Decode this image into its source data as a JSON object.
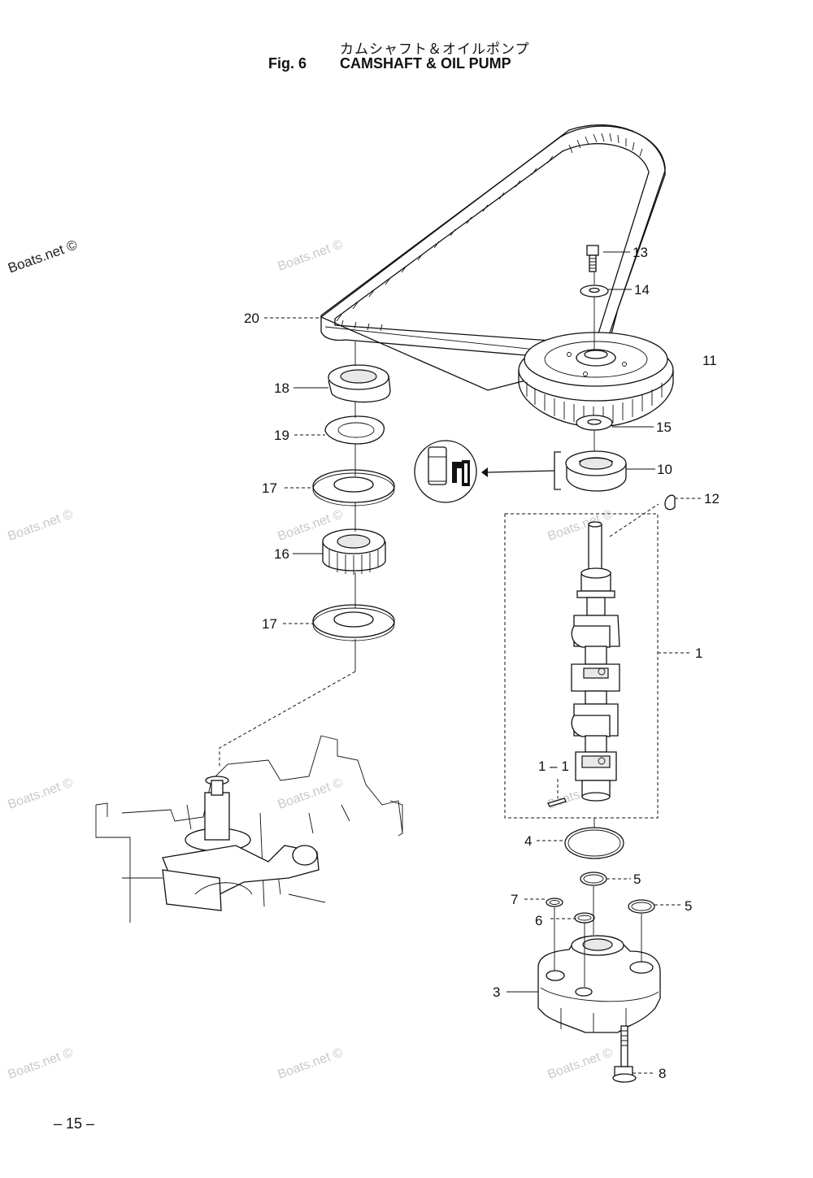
{
  "header": {
    "japanese_title": "カムシャフト＆オイルポンプ",
    "fig_label": "Fig. 6",
    "title": "CAMSHAFT & OIL PUMP"
  },
  "page_number": "– 15 –",
  "watermark": "Boats.net ©",
  "callouts": {
    "c1": "1",
    "c1_1": "1 – 1",
    "c3": "3",
    "c4": "4",
    "c5a": "5",
    "c5b": "5",
    "c6": "6",
    "c7": "7",
    "c8": "8",
    "c10": "10",
    "c11": "11",
    "c12": "12",
    "c13": "13",
    "c14": "14",
    "c15": "15",
    "c16": "16",
    "c17a": "17",
    "c17b": "17",
    "c18": "18",
    "c19": "19",
    "c20": "20"
  }
}
